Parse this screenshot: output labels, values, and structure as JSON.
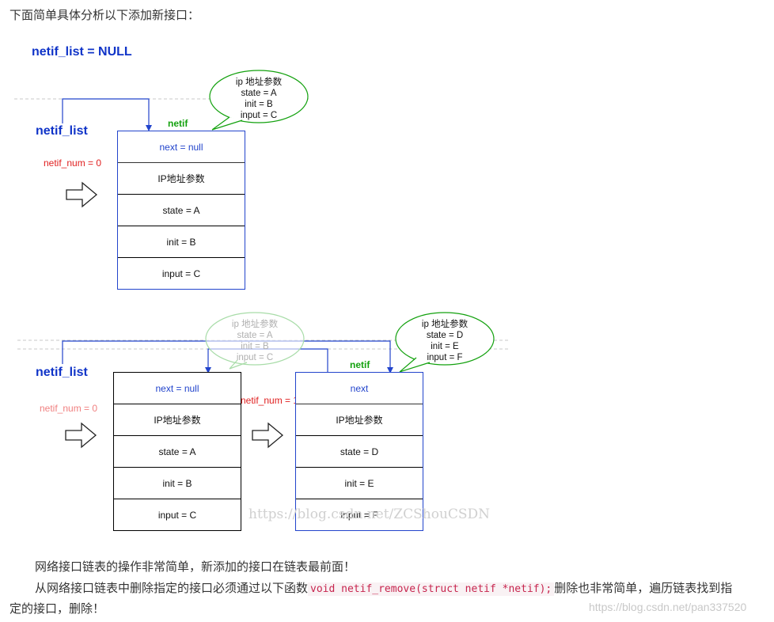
{
  "intro": "下面简单具体分析以下添加新接口：",
  "diagram_title": "netif_list = NULL",
  "d1": {
    "list_label": "netif_list",
    "num_label": "netif_num = 0",
    "netif_label": "netif",
    "struct": [
      "next = null",
      "IP地址参数",
      "state = A",
      "init = B",
      "input = C"
    ],
    "bubble": [
      "ip 地址参数",
      "state = A",
      "init = B",
      "input = C"
    ]
  },
  "d2": {
    "list_label": "netif_list",
    "num_old_label": "netif_num = 0",
    "num_label": "netif_num = 1",
    "netif_label": "netif",
    "struct_old": [
      "next = null",
      "IP地址参数",
      "state = A",
      "init = B",
      "input = C"
    ],
    "struct_new": [
      "next",
      "IP地址参数",
      "state = D",
      "init = E",
      "input = F"
    ],
    "bubble_old": [
      "ip 地址参数",
      "state = A",
      "init = B",
      "input = C"
    ],
    "bubble_new": [
      "ip 地址参数",
      "state = D",
      "init = E",
      "input = F"
    ]
  },
  "watermark_center": "https://blog.csdn.net/ZCShouCSDN",
  "watermark_corner": "https://blog.csdn.net/pan337520",
  "para1": "网络接口链表的操作非常简单，新添加的接口在链表最前面！",
  "para2_pre": "从网络接口链表中删除指定的接口必须通过以下函数",
  "para2_code": "void netif_remove(struct netif *netif);",
  "para2_post": "删除也非常简单，遍历链表找到指",
  "para3": "定的接口，删除！",
  "colors": {
    "title_blue": "#1034c8",
    "bubble_green": "#13a10e",
    "num_red": "#e02020",
    "code_red": "#c7254e"
  }
}
